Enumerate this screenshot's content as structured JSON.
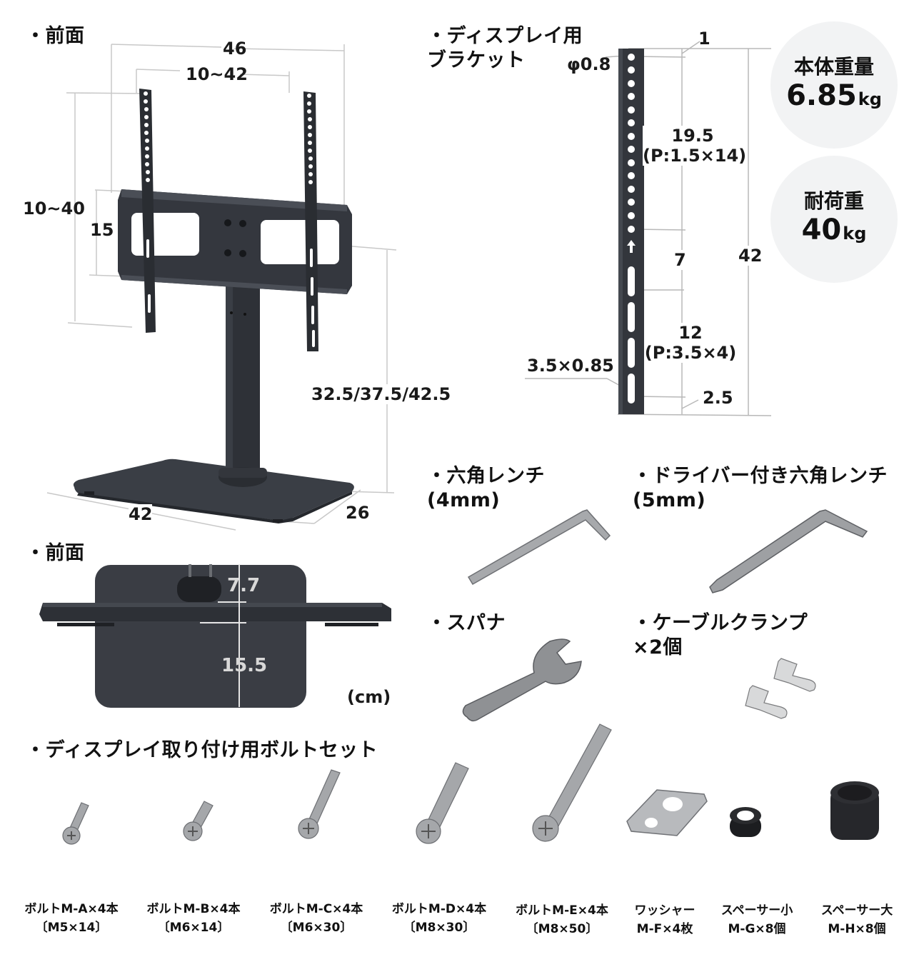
{
  "front_view": {
    "heading": "・前面",
    "dims": {
      "overall_width": "46",
      "vesa_horizontal": "10~42",
      "vesa_vertical": "10~40",
      "bracket_height": "15",
      "height_options": "32.5/37.5/42.5",
      "base_width": "42",
      "base_depth": "26"
    }
  },
  "bracket_view": {
    "heading": "・ディスプレイ用\nブラケット",
    "dims": {
      "top_offset": "1",
      "hole_diameter": "φ0.8",
      "round_hole_span": "19.5\n(P:1.5×14)",
      "gap": "7",
      "total_length": "42",
      "slot_span": "12\n(P:3.5×4)",
      "slot_size": "3.5×0.85",
      "bottom_offset": "2.5"
    }
  },
  "specs": [
    {
      "label": "本体重量",
      "value": "6.85",
      "unit": "kg"
    },
    {
      "label": "耐荷重",
      "value": "40",
      "unit": "kg"
    }
  ],
  "top_view": {
    "heading": "・前面",
    "dims": {
      "front_offset": "7.7",
      "rear_offset": "15.5"
    },
    "unit_note": "(cm)"
  },
  "accessories": [
    {
      "heading": "・六角レンチ\n(4mm)"
    },
    {
      "heading": "・ドライバー付き六角レンチ\n(5mm)"
    },
    {
      "heading": "・スパナ"
    },
    {
      "heading": "・ケーブルクランプ\n ×2個"
    }
  ],
  "bolt_set": {
    "heading": "・ディスプレイ取り付け用ボルトセット",
    "items": [
      {
        "name": "ボルトM-A×4本",
        "spec": "〔M5×14〕"
      },
      {
        "name": "ボルトM-B×4本",
        "spec": "〔M6×14〕"
      },
      {
        "name": "ボルトM-C×4本",
        "spec": "〔M6×30〕"
      },
      {
        "name": "ボルトM-D×4本",
        "spec": "〔M8×30〕"
      },
      {
        "name": "ボルトM-E×4本",
        "spec": "〔M8×50〕"
      },
      {
        "name": "ワッシャー",
        "spec": "M-F×4枚"
      },
      {
        "name": "スペーサー小",
        "spec": "M-G×8個"
      },
      {
        "name": "スペーサー大",
        "spec": "M-H×8個"
      }
    ]
  },
  "colors": {
    "metal_dark": "#2f3238",
    "metal_mid": "#3c4047",
    "dim_line": "#c4c4c4",
    "badge_bg": "#f2f3f4",
    "steel": "#a9abae"
  }
}
